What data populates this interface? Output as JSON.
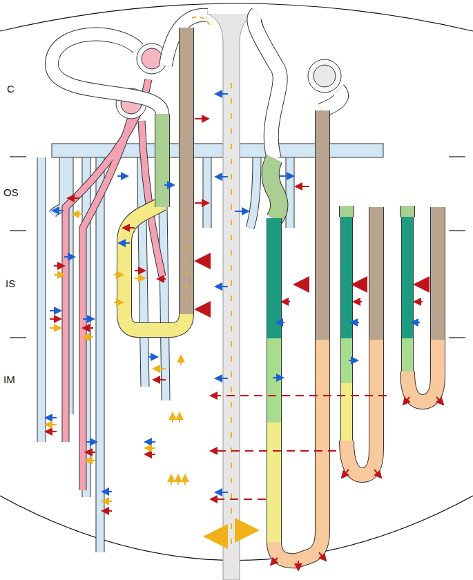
{
  "diagram": {
    "labels": [
      "C",
      "OS",
      "IS",
      "IM"
    ]
  }
}
